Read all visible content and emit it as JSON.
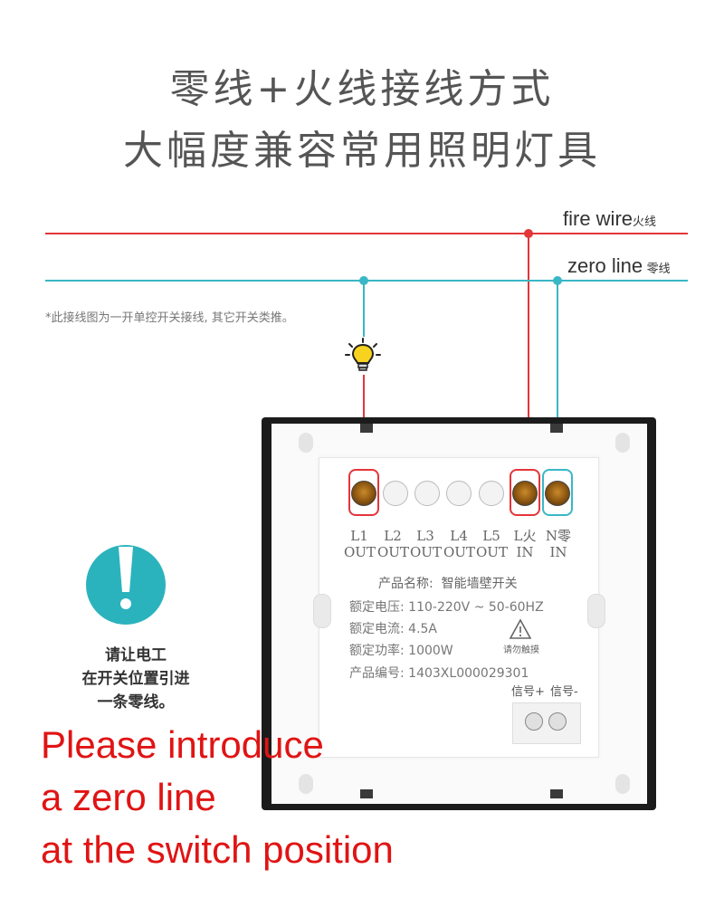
{
  "title_line1": "零线+火线接线方式",
  "title_line2": "大幅度兼容常用照明灯具",
  "fire_wire": {
    "en": "fire wire",
    "cn": "火线"
  },
  "zero_line": {
    "en": "zero line",
    "cn": "零线"
  },
  "note": "*此接线图为一开单控开关接线, 其它开关类推。",
  "terminals": [
    {
      "top": "L1",
      "bottom": "OUT"
    },
    {
      "top": "L2",
      "bottom": "OUT"
    },
    {
      "top": "L3",
      "bottom": "OUT"
    },
    {
      "top": "L4",
      "bottom": "OUT"
    },
    {
      "top": "L5",
      "bottom": "OUT"
    },
    {
      "top": "L火",
      "bottom": "IN"
    },
    {
      "top": "N零",
      "bottom": "IN"
    }
  ],
  "specs": {
    "product_name_label": "产品名称:",
    "product_name_value": "智能墙壁开关",
    "voltage_label": "额定电压:",
    "voltage_value": "110-220V ~ 50-60HZ",
    "current_label": "额定电流:",
    "current_value": "4.5A",
    "power_label": "额定功率:",
    "power_value": "1000W",
    "serial_label": "产品编号:",
    "serial_value": "1403XL000029301",
    "warning": "请勿触摸",
    "signal_plus": "信号+",
    "signal_minus": "信号-"
  },
  "alert": {
    "line1": "请让电工",
    "line2": "在开关位置引进",
    "line3": "一条零线。"
  },
  "english_note": {
    "line1": "Please introduce",
    "line2": "a zero line",
    "line3": "at the switch position"
  },
  "colors": {
    "fire": "#e4353a",
    "zero": "#3ab7c6",
    "alert": "#2bb3bd"
  }
}
